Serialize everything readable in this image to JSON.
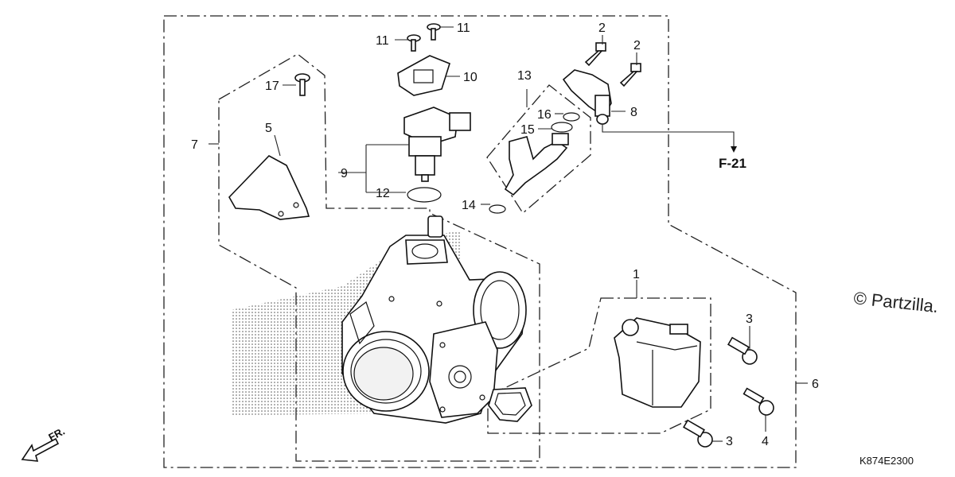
{
  "callouts": {
    "c1": "1",
    "c2a": "2",
    "c2b": "2",
    "c3a": "3",
    "c3b": "3",
    "c4": "4",
    "c5": "5",
    "c6": "6",
    "c7": "7",
    "c8": "8",
    "c9": "9",
    "c10": "10",
    "c11a": "11",
    "c11b": "11",
    "c12": "12",
    "c13": "13",
    "c14": "14",
    "c15": "15",
    "c16": "16",
    "c17": "17"
  },
  "reference": "F-21",
  "watermark": "© Partzilla.",
  "diagram_code": "K874E2300",
  "front_label": "FR."
}
